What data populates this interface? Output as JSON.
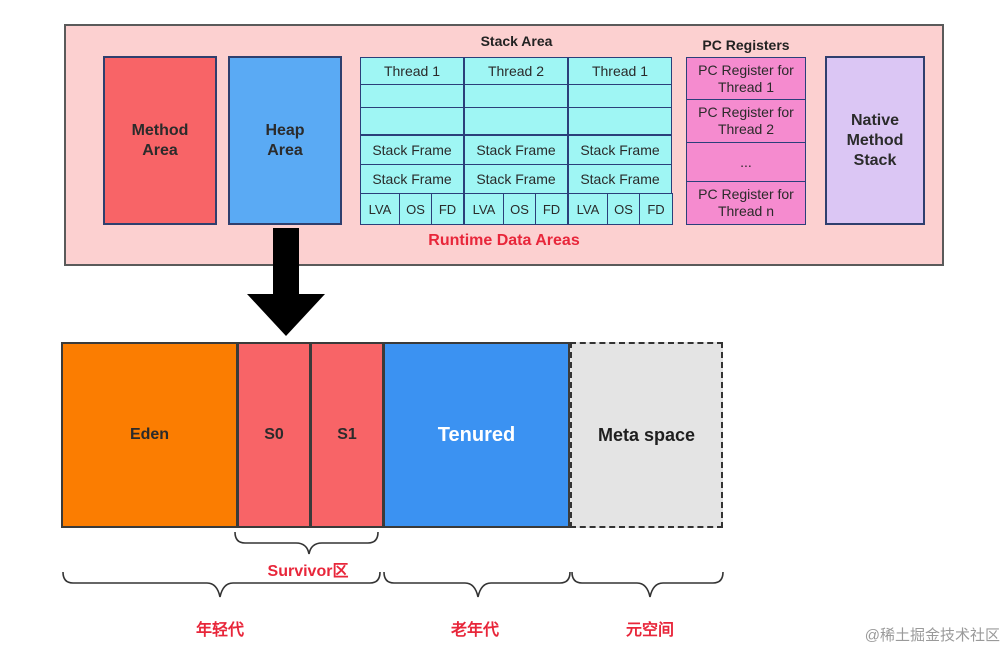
{
  "runtime": {
    "title": "Runtime Data Areas",
    "method_area": "Method Area",
    "heap_area": "Heap Area",
    "native_stack": "Native Method Stack",
    "stack_area": {
      "title": "Stack Area",
      "columns": [
        {
          "thread": "Thread 1",
          "frame1": "Stack Frame",
          "frame2": "Stack Frame",
          "parts": [
            "LVA",
            "OS",
            "FD"
          ]
        },
        {
          "thread": "Thread 2",
          "frame1": "Stack Frame",
          "frame2": "Stack Frame",
          "parts": [
            "LVA",
            "OS",
            "FD"
          ]
        },
        {
          "thread": "Thread 1",
          "frame1": "Stack Frame",
          "frame2": "Stack Frame",
          "parts": [
            "LVA",
            "OS",
            "FD"
          ]
        }
      ]
    },
    "pc_registers": {
      "title": "PC Registers",
      "items": [
        "PC Register for Thread 1",
        "PC Register for Thread 2",
        "...",
        "PC Register for Thread n"
      ]
    }
  },
  "heap_layout": {
    "eden": "Eden",
    "s0": "S0",
    "s1": "S1",
    "tenured": "Tenured",
    "meta": "Meta space",
    "survivor_label": "Survivor区",
    "young_label": "年轻代",
    "old_label": "老年代",
    "meta_label": "元空间"
  },
  "watermark": "@稀土掘金技术社区"
}
